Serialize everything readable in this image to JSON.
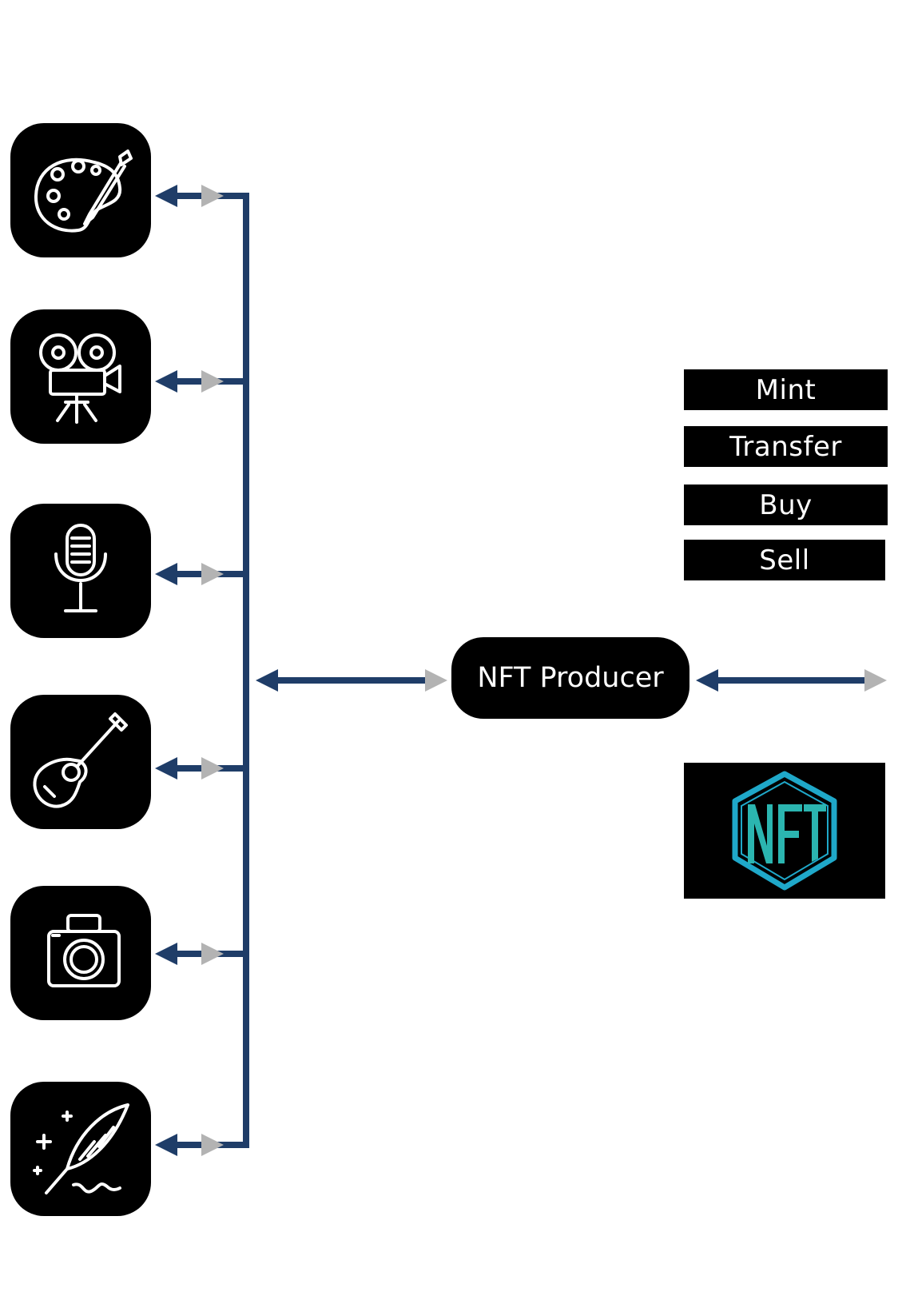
{
  "colors": {
    "connector": "#1f3d68",
    "arrow_head_out": "#1f3d68",
    "arrow_head_in": "#b3b3b3",
    "tile_bg": "#000000",
    "icon_stroke": "#ffffff",
    "nft_logo": "#1fa8c9"
  },
  "creator_tiles": [
    {
      "icon": "art-palette-icon"
    },
    {
      "icon": "film-camera-icon"
    },
    {
      "icon": "microphone-icon"
    },
    {
      "icon": "guitar-icon"
    },
    {
      "icon": "photo-camera-icon"
    },
    {
      "icon": "quill-writing-icon"
    }
  ],
  "producer": {
    "label": "NFT Producer"
  },
  "actions": [
    {
      "label": "Mint"
    },
    {
      "label": "Transfer"
    },
    {
      "label": "Buy"
    },
    {
      "label": "Sell"
    }
  ],
  "nft_logo": {
    "icon": "nft-hexagon-logo"
  }
}
